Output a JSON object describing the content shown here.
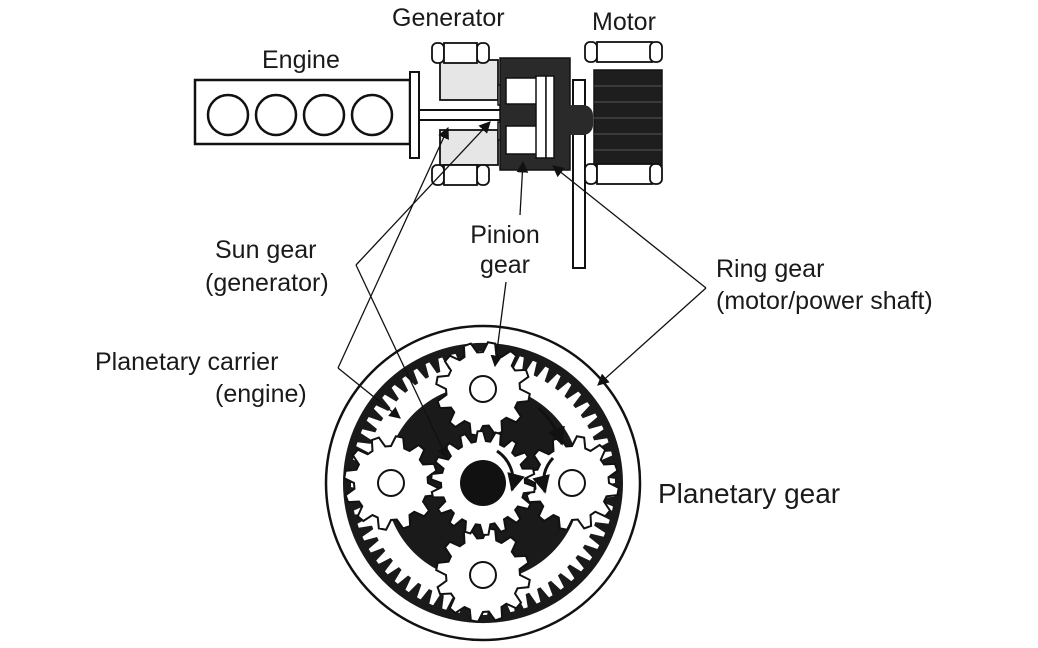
{
  "labels": {
    "engine": "Engine",
    "generator": "Generator",
    "motor": "Motor",
    "pinion_line1": "Pinion",
    "pinion_line2": "gear",
    "sun_line1": "Sun gear",
    "sun_line2": "(generator)",
    "ring_line1": "Ring gear",
    "ring_line2": "(motor/power shaft)",
    "carrier_line1": "Planetary carrier",
    "carrier_line2": "(engine)",
    "planetary": "Planetary gear"
  },
  "colors": {
    "ink": "#1a1a1a",
    "light_fill": "#e6e6e6",
    "paper": "#ffffff"
  },
  "gearset": {
    "ring_teeth": 60,
    "sun_teeth": 18,
    "pinion_teeth": 12,
    "pinion_count": 4
  }
}
